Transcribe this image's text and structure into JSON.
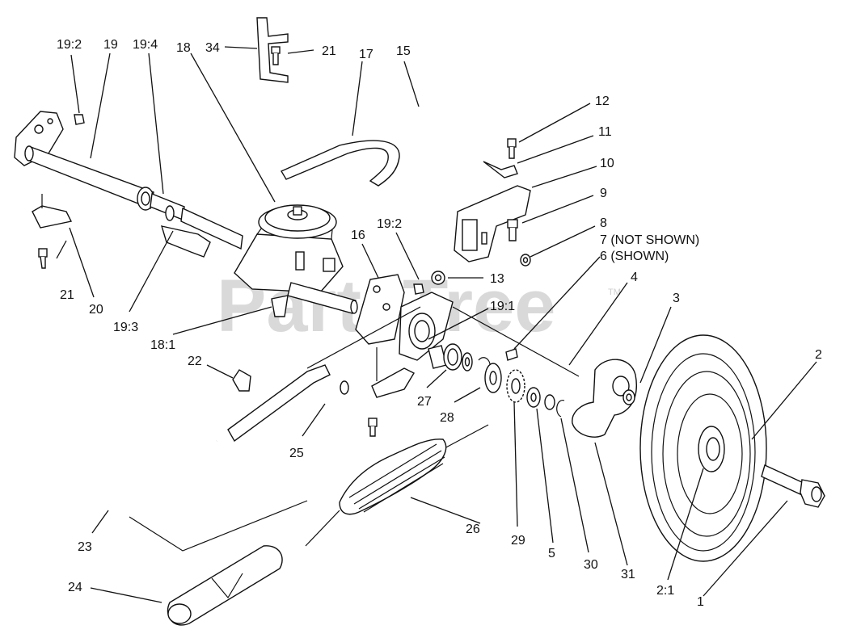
{
  "watermark": "PartsTree",
  "trademark": "TM",
  "labels": [
    {
      "id": "l-19-2-a",
      "text": "19:2"
    },
    {
      "id": "l-19-a",
      "text": "19"
    },
    {
      "id": "l-19-4",
      "text": "19:4"
    },
    {
      "id": "l-18",
      "text": "18"
    },
    {
      "id": "l-34",
      "text": "34"
    },
    {
      "id": "l-21-a",
      "text": "21"
    },
    {
      "id": "l-17",
      "text": "17"
    },
    {
      "id": "l-15",
      "text": "15"
    },
    {
      "id": "l-12",
      "text": "12"
    },
    {
      "id": "l-11",
      "text": "11"
    },
    {
      "id": "l-10",
      "text": "10"
    },
    {
      "id": "l-9",
      "text": "9"
    },
    {
      "id": "l-8",
      "text": "8"
    },
    {
      "id": "l-7",
      "text": "7 (NOT SHOWN)"
    },
    {
      "id": "l-6",
      "text": "6 (SHOWN)"
    },
    {
      "id": "l-19-2-b",
      "text": "19:2"
    },
    {
      "id": "l-16",
      "text": "16"
    },
    {
      "id": "l-13",
      "text": "13"
    },
    {
      "id": "l-19-1",
      "text": "19:1"
    },
    {
      "id": "l-4",
      "text": "4"
    },
    {
      "id": "l-3",
      "text": "3"
    },
    {
      "id": "l-2",
      "text": "2"
    },
    {
      "id": "l-21-b",
      "text": "21"
    },
    {
      "id": "l-20",
      "text": "20"
    },
    {
      "id": "l-19-3",
      "text": "19:3"
    },
    {
      "id": "l-18-1",
      "text": "18:1"
    },
    {
      "id": "l-22",
      "text": "22"
    },
    {
      "id": "l-27",
      "text": "27"
    },
    {
      "id": "l-28",
      "text": "28"
    },
    {
      "id": "l-25",
      "text": "25"
    },
    {
      "id": "l-26",
      "text": "26"
    },
    {
      "id": "l-29",
      "text": "29"
    },
    {
      "id": "l-5",
      "text": "5"
    },
    {
      "id": "l-30",
      "text": "30"
    },
    {
      "id": "l-31",
      "text": "31"
    },
    {
      "id": "l-2-1",
      "text": "2:1"
    },
    {
      "id": "l-1",
      "text": "1"
    },
    {
      "id": "l-23",
      "text": "23"
    },
    {
      "id": "l-24",
      "text": "24"
    }
  ]
}
